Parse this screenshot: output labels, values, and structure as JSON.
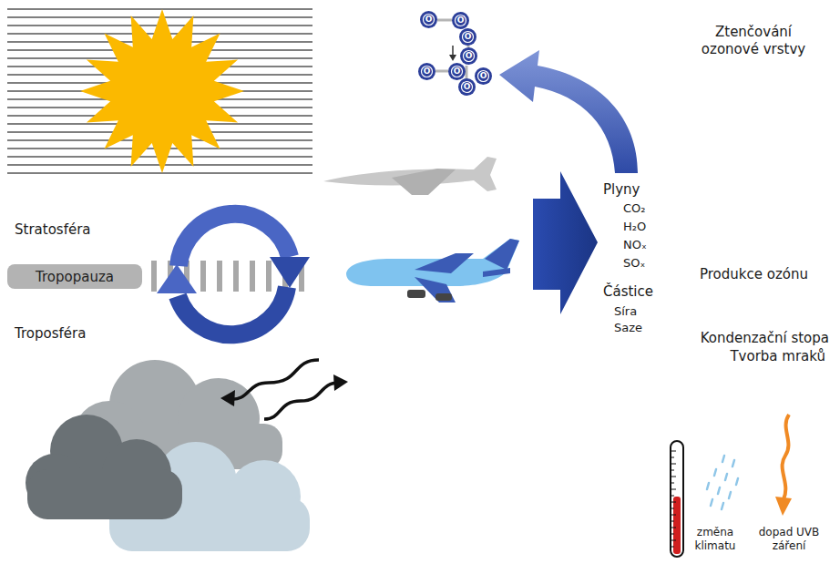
{
  "diagram": {
    "nodes": [
      {
        "text": [
          "Tropopauza"
        ]
      },
      {
        "text": [
          "O"
        ]
      },
      {
        "text": [
          "O"
        ]
      },
      {
        "text": [
          "O"
        ]
      },
      {
        "text": [
          "O"
        ]
      },
      {
        "text": [
          "O"
        ]
      },
      {
        "text": [
          "O"
        ]
      },
      {
        "text": [
          "O"
        ]
      },
      {
        "text": [
          "O"
        ]
      }
    ],
    "labels": [
      "Ztenčování ozonové vrstvy",
      "Stratosféra",
      "Troposféra",
      "Plyny",
      "CO₂",
      "H₂O",
      "NOₓ",
      "SOₓ",
      "Částice",
      "Síra",
      "Saze",
      "Produkce ozónu",
      "Kondenzační stopa",
      "Tvorba mraků",
      "změna klimatu",
      "dopad UVB záření"
    ]
  }
}
